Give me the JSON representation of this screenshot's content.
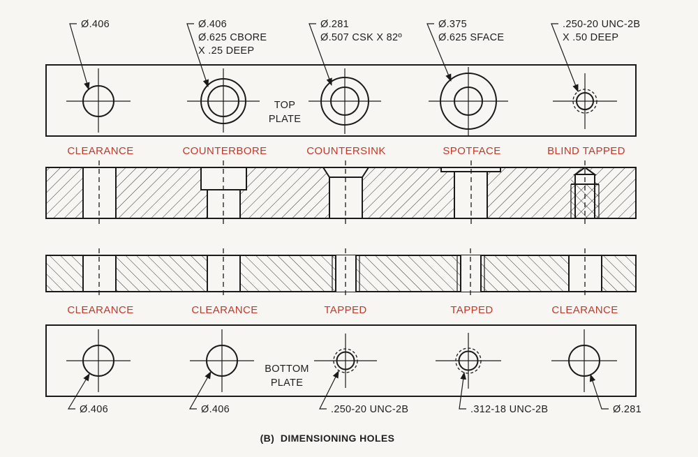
{
  "callouts_top": [
    [
      "Ø.406"
    ],
    [
      "Ø.406",
      "Ø.625 CBORE",
      "X .25 DEEP"
    ],
    [
      "Ø.281",
      "Ø.507 CSK X 82º"
    ],
    [
      "Ø.375",
      "Ø.625 SFACE"
    ],
    [
      ".250-20 UNC-2B",
      "X .50 DEEP"
    ]
  ],
  "top_plate_label": [
    "TOP",
    "PLATE"
  ],
  "top_labels": [
    "CLEARANCE",
    "COUNTERBORE",
    "COUNTERSINK",
    "SPOTFACE",
    "BLIND TAPPED"
  ],
  "bottom_labels": [
    "CLEARANCE",
    "CLEARANCE",
    "TAPPED",
    "TAPPED",
    "CLEARANCE"
  ],
  "bottom_plate_label": [
    "BOTTOM",
    "PLATE"
  ],
  "callouts_bottom": [
    "Ø.406",
    "Ø.406",
    ".250-20 UNC-2B",
    ".312-18 UNC-2B",
    "Ø.281"
  ],
  "caption": "(B)  DIMENSIONING HOLES",
  "colors": {
    "label_red": "#c0392b",
    "ink": "#1a1a1a",
    "paper": "#f7f6f2"
  }
}
